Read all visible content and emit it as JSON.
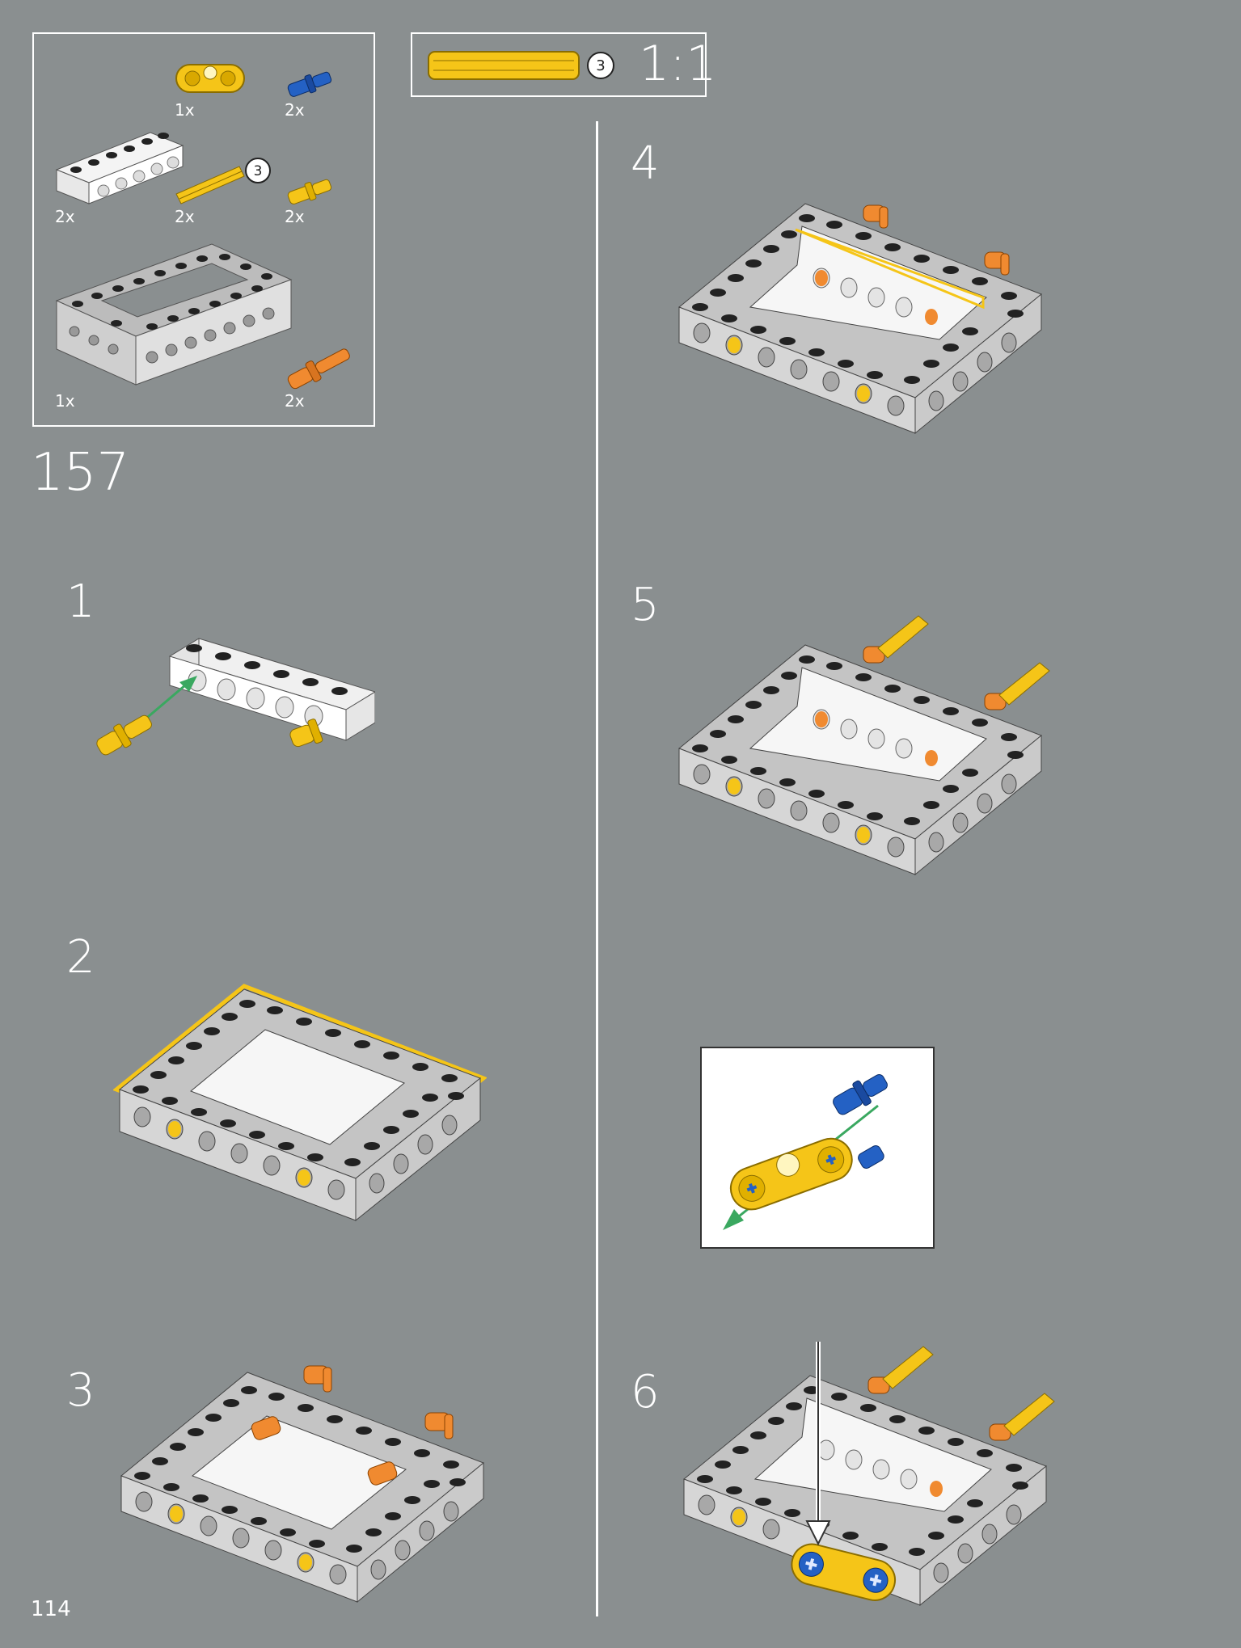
{
  "parts": {
    "yellow_connector_qty": "1x",
    "blue_pin_qty": "2x",
    "white_beam_qty": "2x",
    "yellow_axle_qty": "2x",
    "yellow_axle_length": "3",
    "yellow_pin_qty": "2x",
    "gray_frame_qty": "1x",
    "orange_pin_qty": "2x"
  },
  "scale": {
    "axle_length": "3",
    "label": "1:1"
  },
  "main_step": "157",
  "steps": [
    "1",
    "2",
    "3",
    "4",
    "5",
    "6"
  ],
  "page_number": "114",
  "colors": {
    "background": "#8a8f90",
    "brick_gray": "#c8c8c8",
    "yellow": "#f5c518",
    "orange": "#f08a30",
    "blue": "#2461c4",
    "arrow_green": "#3aa860"
  }
}
